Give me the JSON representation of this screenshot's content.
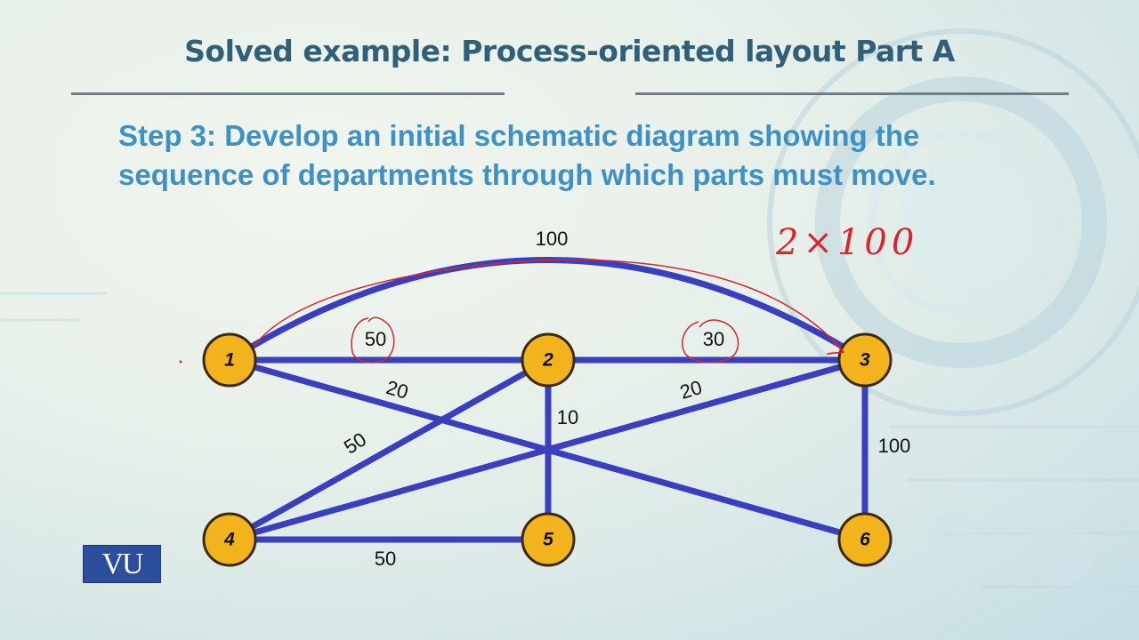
{
  "slide": {
    "title": "Solved example: Process-oriented layout Part A",
    "subtitle_line1": "Step 3: Develop an initial schematic diagram showing the",
    "subtitle_line2": "sequence of departments through which parts must move.",
    "logo_text": "VU"
  },
  "diagram": {
    "nodes": [
      {
        "id": "1",
        "label": "1"
      },
      {
        "id": "2",
        "label": "2"
      },
      {
        "id": "3",
        "label": "3"
      },
      {
        "id": "4",
        "label": "4"
      },
      {
        "id": "5",
        "label": "5"
      },
      {
        "id": "6",
        "label": "6"
      }
    ],
    "edges": [
      {
        "from": "1",
        "to": "3",
        "label": "100"
      },
      {
        "from": "1",
        "to": "2",
        "label": "50"
      },
      {
        "from": "2",
        "to": "3",
        "label": "30"
      },
      {
        "from": "1",
        "to": "6",
        "label": "20"
      },
      {
        "from": "4",
        "to": "3",
        "label": "20"
      },
      {
        "from": "4",
        "to": "2",
        "label": "50"
      },
      {
        "from": "2",
        "to": "5",
        "label": "10"
      },
      {
        "from": "3",
        "to": "6",
        "label": "100"
      },
      {
        "from": "4",
        "to": "5",
        "label": "50"
      }
    ],
    "annotation": "2×100",
    "circled_labels": [
      "50",
      "30"
    ]
  },
  "colors": {
    "edge": "#3a3fbf",
    "node_fill": "#f2b31c",
    "node_stroke": "#3a2a10",
    "ink": "#d9262b",
    "title": "#2f5f79",
    "subtitle": "#3d91c6",
    "logo_bg": "#2c4e9c"
  }
}
